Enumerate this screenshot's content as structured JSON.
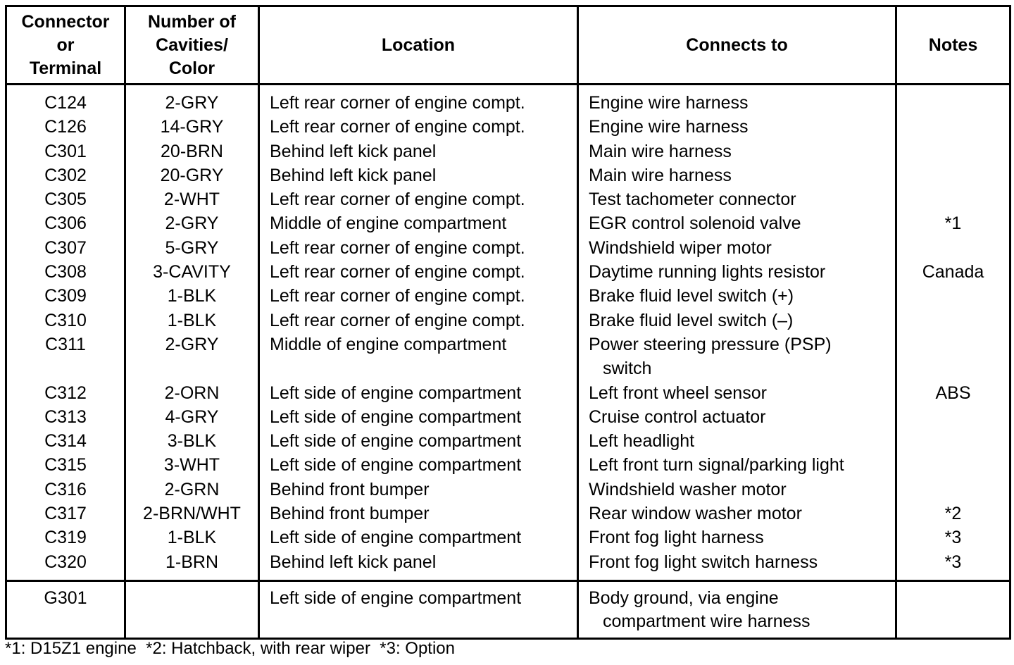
{
  "headers": {
    "connector": [
      "Connector",
      "or",
      "Terminal"
    ],
    "cavities": [
      "Number of",
      "Cavities/",
      "Color"
    ],
    "location": "Location",
    "connects_to": "Connects to",
    "notes": "Notes"
  },
  "rows": [
    {
      "connector": "C124",
      "cavities": "2-GRY",
      "location": "Left rear corner of engine compt.",
      "connects_to": "Engine wire harness",
      "connects_to_cont": "",
      "notes": ""
    },
    {
      "connector": "C126",
      "cavities": "14-GRY",
      "location": "Left rear corner of engine compt.",
      "connects_to": "Engine wire harness",
      "connects_to_cont": "",
      "notes": ""
    },
    {
      "connector": "C301",
      "cavities": "20-BRN",
      "location": "Behind left kick panel",
      "connects_to": "Main wire harness",
      "connects_to_cont": "",
      "notes": ""
    },
    {
      "connector": "C302",
      "cavities": "20-GRY",
      "location": "Behind left kick panel",
      "connects_to": "Main wire harness",
      "connects_to_cont": "",
      "notes": ""
    },
    {
      "connector": "C305",
      "cavities": "2-WHT",
      "location": "Left rear corner of engine compt.",
      "connects_to": "Test tachometer connector",
      "connects_to_cont": "",
      "notes": ""
    },
    {
      "connector": "C306",
      "cavities": "2-GRY",
      "location": "Middle of engine compartment",
      "connects_to": "EGR control solenoid valve",
      "connects_to_cont": "",
      "notes": "*1"
    },
    {
      "connector": "C307",
      "cavities": "5-GRY",
      "location": "Left rear corner of engine compt.",
      "connects_to": "Windshield wiper motor",
      "connects_to_cont": "",
      "notes": ""
    },
    {
      "connector": "C308",
      "cavities": "3-CAVITY",
      "location": "Left rear corner of engine compt.",
      "connects_to": "Daytime running lights resistor",
      "connects_to_cont": "",
      "notes": "Canada"
    },
    {
      "connector": "C309",
      "cavities": "1-BLK",
      "location": "Left rear corner of engine compt.",
      "connects_to": "Brake fluid level switch (+)",
      "connects_to_cont": "",
      "notes": ""
    },
    {
      "connector": "C310",
      "cavities": "1-BLK",
      "location": "Left rear corner of engine compt.",
      "connects_to": "Brake fluid level switch (–)",
      "connects_to_cont": "",
      "notes": ""
    },
    {
      "connector": "C311",
      "cavities": "2-GRY",
      "location": "Middle of engine compartment",
      "connects_to": "Power steering pressure (PSP)",
      "connects_to_cont": "switch",
      "notes": ""
    },
    {
      "connector": "C312",
      "cavities": "2-ORN",
      "location": "Left side of engine compartment",
      "connects_to": "Left front wheel sensor",
      "connects_to_cont": "",
      "notes": "ABS"
    },
    {
      "connector": "C313",
      "cavities": "4-GRY",
      "location": "Left side of engine compartment",
      "connects_to": "Cruise control actuator",
      "connects_to_cont": "",
      "notes": ""
    },
    {
      "connector": "C314",
      "cavities": "3-BLK",
      "location": "Left side of engine compartment",
      "connects_to": "Left headlight",
      "connects_to_cont": "",
      "notes": ""
    },
    {
      "connector": "C315",
      "cavities": "3-WHT",
      "location": "Left side of engine compartment",
      "connects_to": "Left front turn signal/parking light",
      "connects_to_cont": "",
      "notes": ""
    },
    {
      "connector": "C316",
      "cavities": "2-GRN",
      "location": "Behind front bumper",
      "connects_to": "Windshield washer motor",
      "connects_to_cont": "",
      "notes": ""
    },
    {
      "connector": "C317",
      "cavities": "2-BRN/WHT",
      "location": "Behind front bumper",
      "connects_to": "Rear window washer motor",
      "connects_to_cont": "",
      "notes": "*2"
    },
    {
      "connector": "C319",
      "cavities": "1-BLK",
      "location": "Left side of engine compartment",
      "connects_to": "Front fog light harness",
      "connects_to_cont": "",
      "notes": "*3"
    },
    {
      "connector": "C320",
      "cavities": "1-BRN",
      "location": "Behind left kick panel",
      "connects_to": "Front fog light switch harness",
      "connects_to_cont": "",
      "notes": "*3"
    }
  ],
  "ground": {
    "connector": "G301",
    "cavities": "",
    "location": "Left side of engine compartment",
    "connects_to": "Body ground, via engine",
    "connects_to_cont": "compartment wire harness",
    "notes": ""
  },
  "footnote": "*1: D15Z1 engine  *2: Hatchback, with rear wiper  *3: Option"
}
